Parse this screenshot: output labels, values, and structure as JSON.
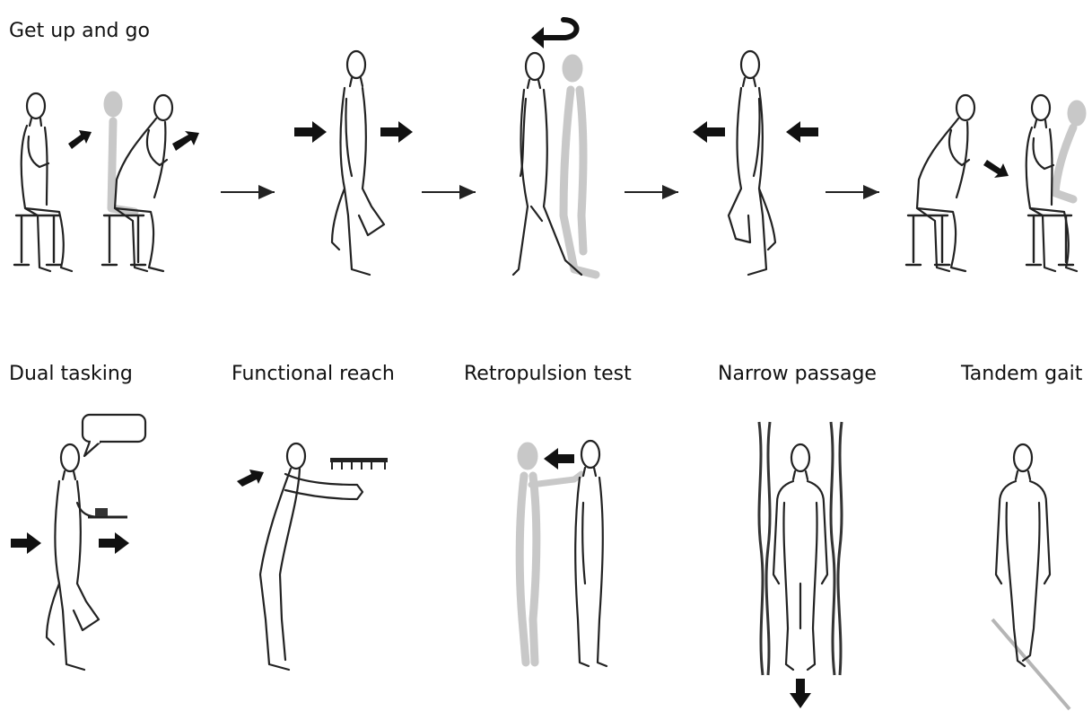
{
  "sections": {
    "get_up_and_go": "Get up and go",
    "dual_tasking": "Dual tasking",
    "functional_reach": "Functional reach",
    "retropulsion_test": "Retropulsion test",
    "narrow_passage": "Narrow passage",
    "tandem_gait": "Tandem gait"
  },
  "icons": [
    "bold-arrow-icon",
    "thin-arrow-icon",
    "turn-arrow-icon",
    "speech-bubble-icon"
  ]
}
